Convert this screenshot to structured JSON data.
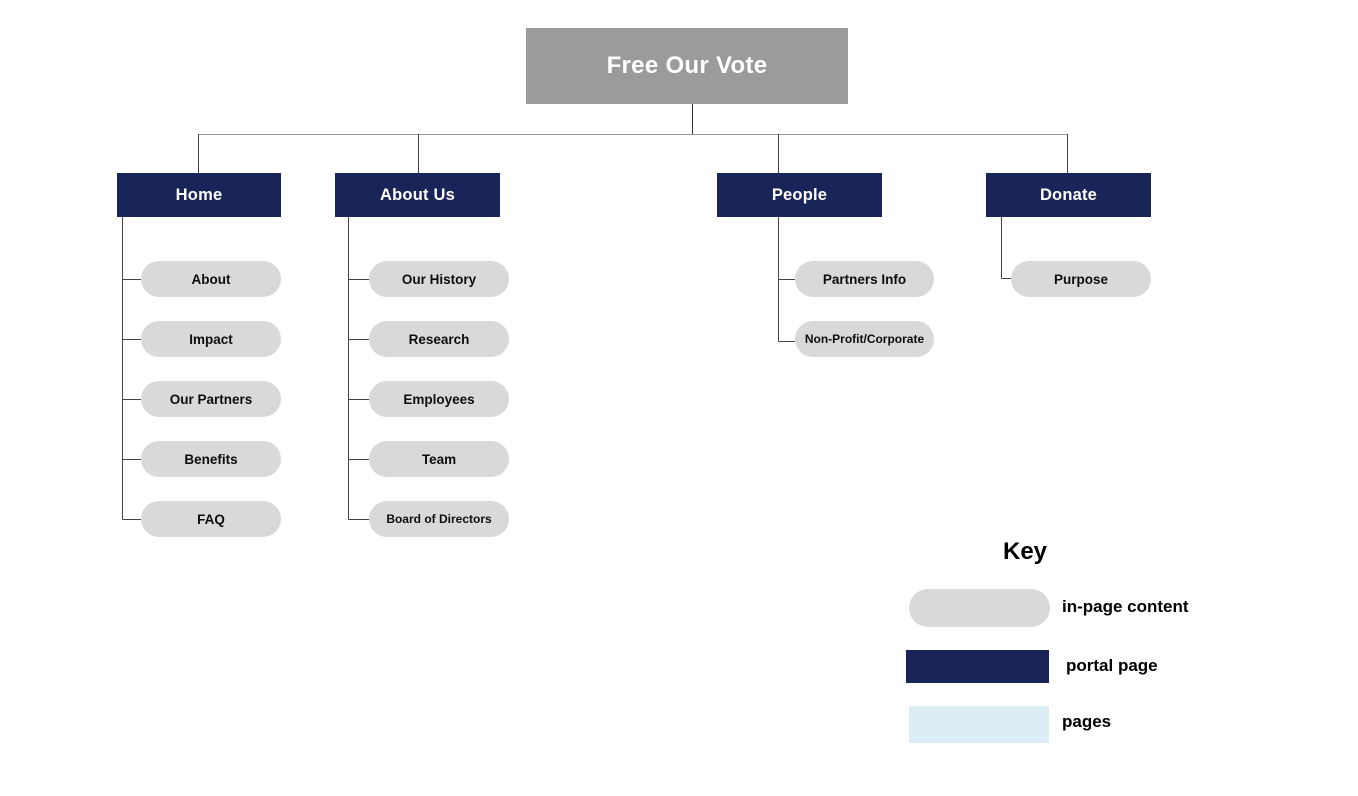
{
  "diagram": {
    "root": {
      "label": "Free Our Vote"
    },
    "sections": [
      {
        "label": "Home",
        "children": [
          {
            "label": "About"
          },
          {
            "label": "Impact"
          },
          {
            "label": "Our Partners"
          },
          {
            "label": "Benefits"
          },
          {
            "label": "FAQ"
          }
        ]
      },
      {
        "label": "About Us",
        "children": [
          {
            "label": "Our History"
          },
          {
            "label": "Research"
          },
          {
            "label": "Employees"
          },
          {
            "label": "Team"
          },
          {
            "label": "Board of Directors"
          }
        ]
      },
      {
        "label": "People",
        "children": [
          {
            "label": "Partners Info"
          },
          {
            "label": "Non-Profit/Corporate"
          }
        ]
      },
      {
        "label": "Donate",
        "children": [
          {
            "label": "Purpose"
          }
        ]
      }
    ]
  },
  "key": {
    "title": "Key",
    "items": [
      {
        "swatch": "in-page-pill-swatch",
        "label": "in-page content"
      },
      {
        "swatch": "portal-page-swatch",
        "label": "portal page"
      },
      {
        "swatch": "pages-swatch",
        "label": "pages"
      }
    ]
  },
  "colors": {
    "root_box_gray": "#9B9B99",
    "portal_page_navy": "#192559",
    "in_page_content_gray": "#D9D9D9",
    "pages_light_blue": "#DCEDF6",
    "connector_line": "#444444"
  }
}
